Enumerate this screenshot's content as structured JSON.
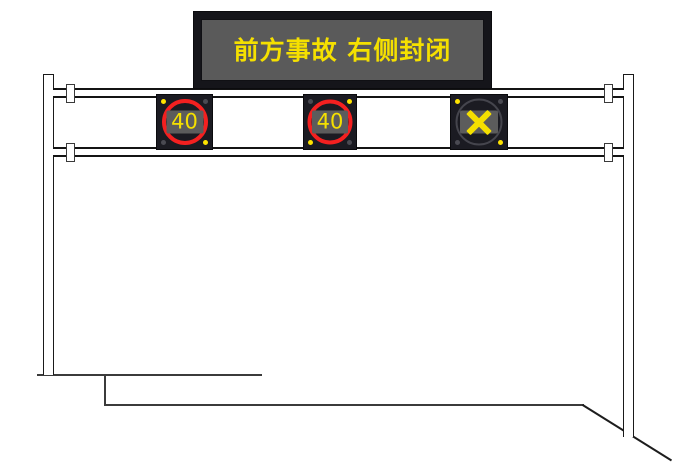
{
  "scene": {
    "title": "Overhead Variable Message Sign Gantry",
    "background_color": "#ffffff"
  },
  "vms_board": {
    "message": "前方事故  右侧封闭",
    "text_color": "#f5e000",
    "screen_color": "#5a5a5a",
    "frame_color": "#15151a"
  },
  "lane_signs": [
    {
      "name": "lane-sign-1",
      "type": "speed-limit",
      "value": "40",
      "ring_color": "#f42020",
      "glyph_color": "#f5e000",
      "corners": {
        "tl": "on",
        "tr": "off",
        "bl": "off",
        "br": "on"
      }
    },
    {
      "name": "lane-sign-2",
      "type": "speed-limit",
      "value": "40",
      "ring_color": "#f42020",
      "glyph_color": "#f5e000",
      "corners": {
        "tl": "off",
        "tr": "on",
        "bl": "on",
        "br": "off"
      }
    },
    {
      "name": "lane-sign-3",
      "type": "lane-closed",
      "value": "✕",
      "ring_color": "#45454d",
      "glyph_color": "#f5e000",
      "corners": {
        "tl": "on",
        "tr": "off",
        "bl": "off",
        "br": "on"
      }
    }
  ],
  "structure": {
    "left_post_label": "left-support-post",
    "right_post_label": "right-support-post",
    "upper_beam_label": "upper-cross-beam",
    "lower_beam_label": "lower-cross-beam",
    "ground_label": "ground-line"
  }
}
